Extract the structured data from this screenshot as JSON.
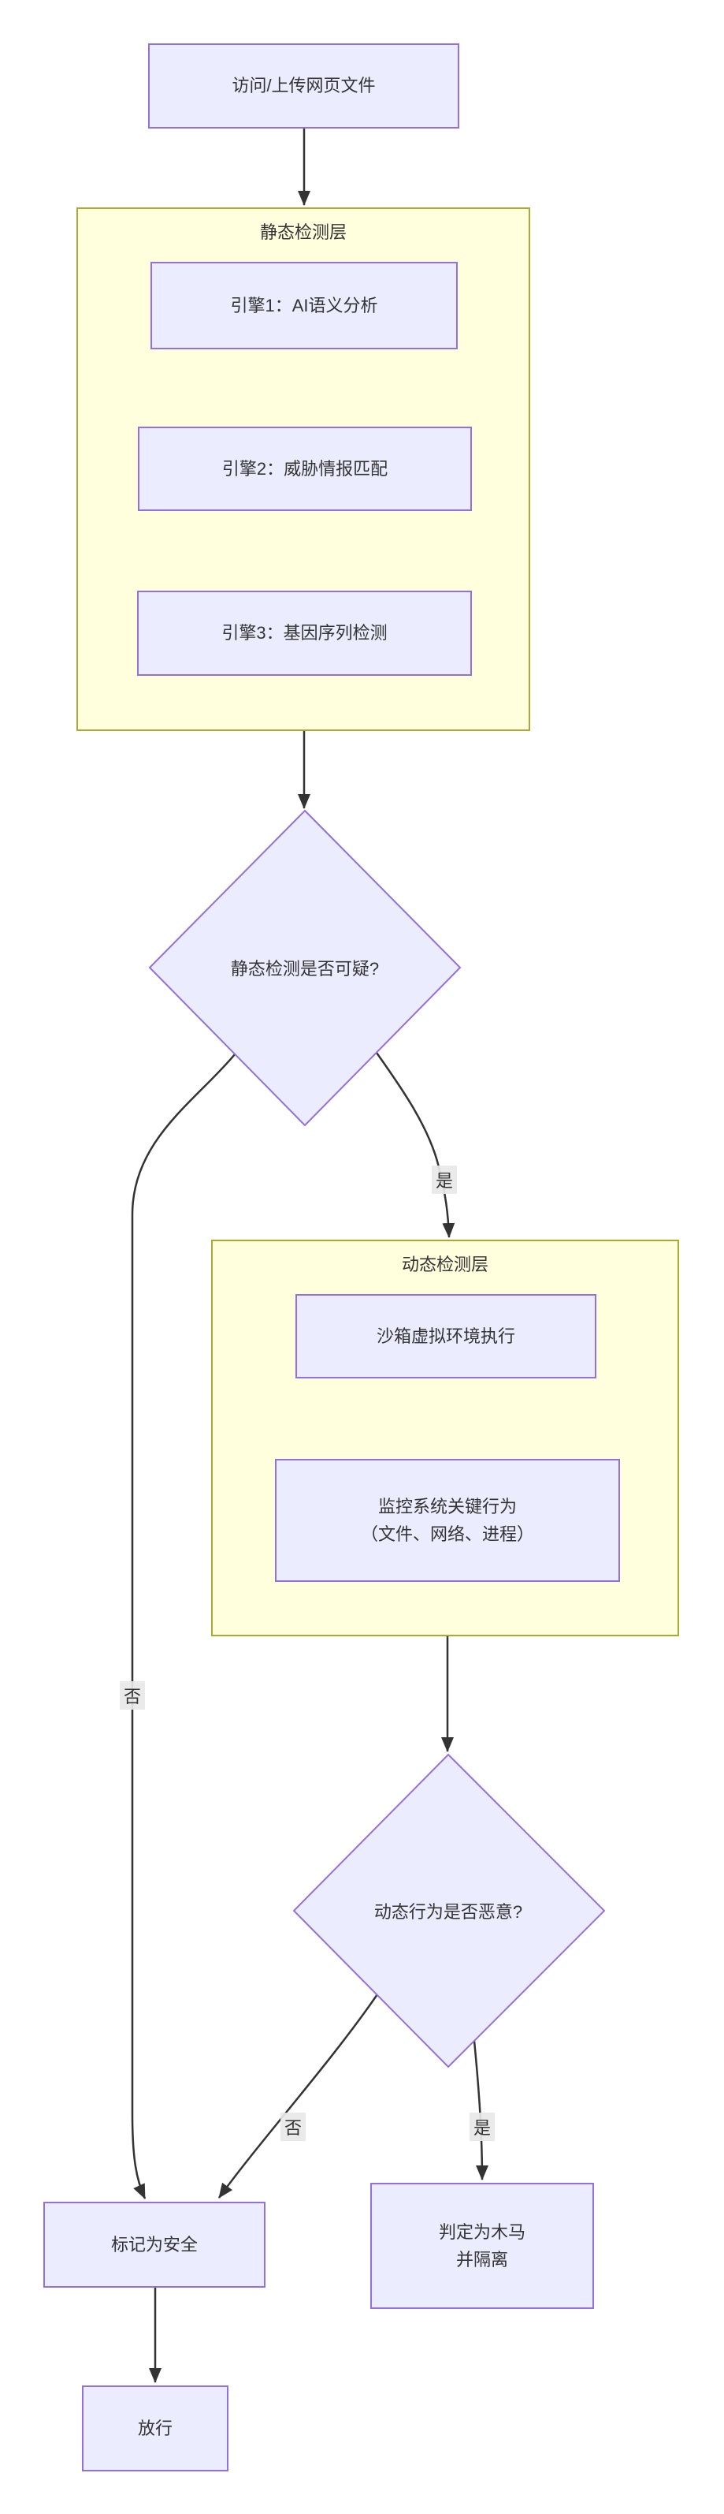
{
  "flowchart": {
    "nodes": {
      "start": "访问/上传网页文件",
      "engine1": "引擎1：AI语义分析",
      "engine2": "引擎2：威胁情报匹配",
      "engine3": "引擎3：基因序列检测",
      "decision_static": "静态检测是否可疑?",
      "sandbox": "沙箱虚拟环境执行",
      "monitor_line1": "监控系统关键行为",
      "monitor_line2": "（文件、网络、进程）",
      "decision_dynamic": "动态行为是否恶意?",
      "mark_safe": "标记为安全",
      "trojan_line1": "判定为木马",
      "trojan_line2": "并隔离",
      "release": "放行"
    },
    "clusters": {
      "static_title": "静态检测层",
      "dynamic_title": "动态检测层"
    },
    "edge_labels": {
      "static_yes": "是",
      "static_no": "否",
      "dynamic_no": "否",
      "dynamic_yes": "是"
    },
    "colors": {
      "node_fill": "#ECECFF",
      "node_border": "#9370DB",
      "cluster_fill": "#FFFFDE",
      "cluster_border": "#AAAA33",
      "edge": "#333333",
      "edge_label_bg": "#E8E8E8",
      "text": "#333333",
      "background": "#FFFFFF"
    }
  }
}
